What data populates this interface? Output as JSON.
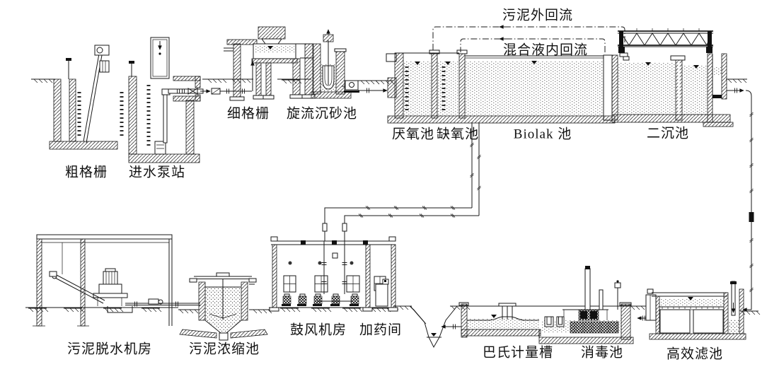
{
  "diagram": {
    "kind": "wastewater-treatment-process-flow",
    "colors": {
      "line": "#1a1a1a",
      "background": "#ffffff"
    },
    "labels": {
      "coarse_screen": "粗格栅",
      "inlet_pump_station": "进水泵站",
      "fine_screen": "细格栅",
      "vortex_grit_chamber": "旋流沉砂池",
      "anaerobic_tank": "厌氧池",
      "anoxic_tank": "缺氧池",
      "biolak_tank": "Biolak 池",
      "secondary_clarifier": "二沉池",
      "external_sludge_return": "污泥外回流",
      "internal_mixed_liquor_return": "混合液内回流",
      "sludge_dewatering_room": "污泥脱水机房",
      "sludge_thickener": "污泥浓缩池",
      "blower_room": "鼓风机房",
      "dosing_room": "加药间",
      "parshall_flume": "巴氏计量槽",
      "disinfection_tank": "消毒池",
      "high_efficiency_filter": "高效滤池"
    }
  }
}
